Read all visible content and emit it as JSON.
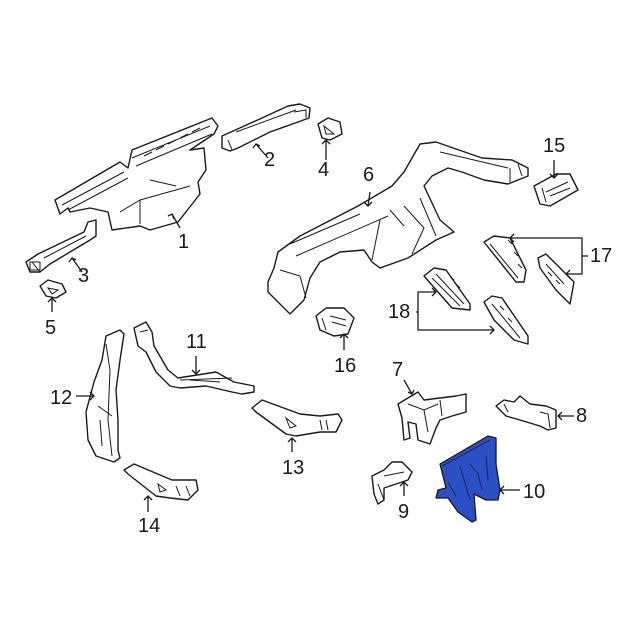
{
  "diagram": {
    "type": "parts-exploded-view",
    "highlight_color": "#2d4fc4",
    "line_color": "#1a1a1a",
    "callouts": [
      {
        "id": "1",
        "label": "1"
      },
      {
        "id": "2",
        "label": "2"
      },
      {
        "id": "3",
        "label": "3"
      },
      {
        "id": "4",
        "label": "4"
      },
      {
        "id": "5",
        "label": "5"
      },
      {
        "id": "6",
        "label": "6"
      },
      {
        "id": "7",
        "label": "7"
      },
      {
        "id": "8",
        "label": "8"
      },
      {
        "id": "9",
        "label": "9"
      },
      {
        "id": "10",
        "label": "10",
        "highlighted": true
      },
      {
        "id": "11",
        "label": "11"
      },
      {
        "id": "12",
        "label": "12"
      },
      {
        "id": "13",
        "label": "13"
      },
      {
        "id": "14",
        "label": "14"
      },
      {
        "id": "15",
        "label": "15"
      },
      {
        "id": "16",
        "label": "16"
      },
      {
        "id": "17",
        "label": "17"
      },
      {
        "id": "18",
        "label": "18"
      }
    ]
  }
}
